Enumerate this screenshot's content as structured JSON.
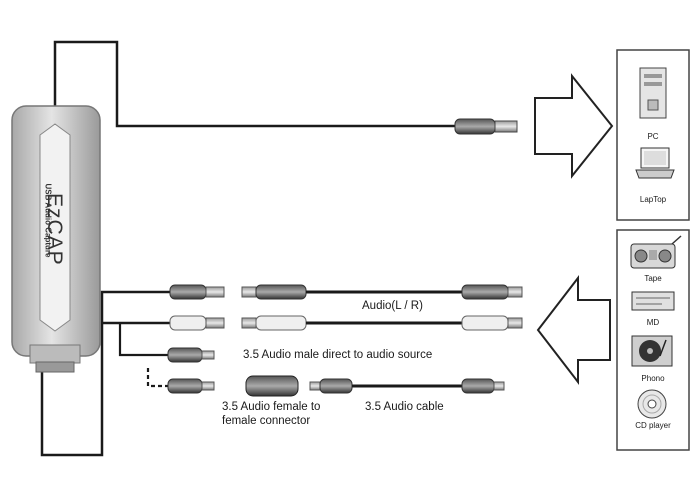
{
  "device": {
    "brand": "EzCAP",
    "subtitle": "USB Audio Capture"
  },
  "computers": [
    {
      "name": "pc",
      "label": "PC"
    },
    {
      "name": "laptop",
      "label": "LapTop"
    }
  ],
  "sources": [
    {
      "name": "tape",
      "label": "Tape"
    },
    {
      "name": "md",
      "label": "MD"
    },
    {
      "name": "phono",
      "label": "Phono"
    },
    {
      "name": "cd-player",
      "label": "CD player"
    }
  ],
  "cables": {
    "audio_lr": "Audio(L / R)",
    "direct": "3.5 Audio male direct to audio source",
    "female_connector_line1": "3.5 Audio female to",
    "female_connector_line2": "female connector",
    "cable": "3.5 Audio cable"
  },
  "colors": {
    "line": "#1a1a1a",
    "device_body": "#c9c9c9",
    "arrow_stroke": "#222222",
    "panel_border": "#444444"
  }
}
